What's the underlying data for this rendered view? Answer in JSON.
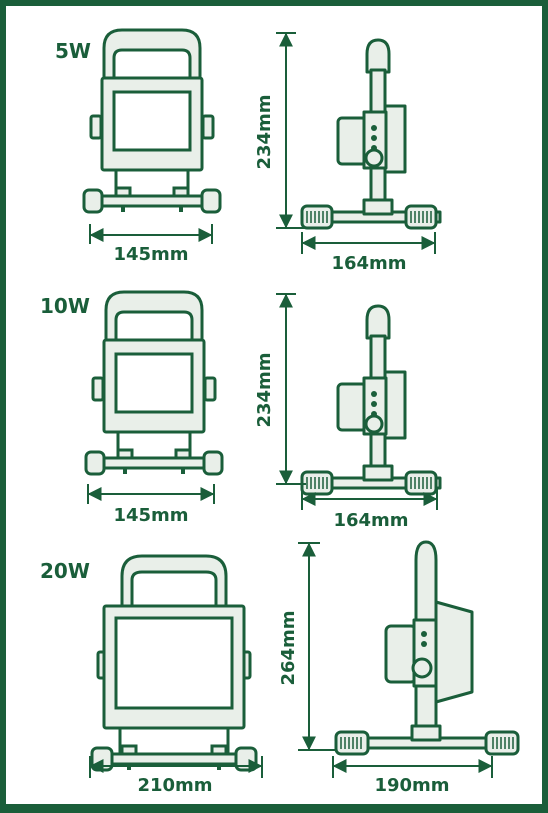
{
  "colors": {
    "accent": "#1a5e3a",
    "light": "#e9efe9"
  },
  "models": [
    {
      "label": "5W",
      "width": "145mm",
      "height": "234mm",
      "depth": "164mm"
    },
    {
      "label": "10W",
      "width": "145mm",
      "height": "234mm",
      "depth": "164mm"
    },
    {
      "label": "20W",
      "width": "210mm",
      "height": "264mm",
      "depth": "190mm"
    }
  ]
}
